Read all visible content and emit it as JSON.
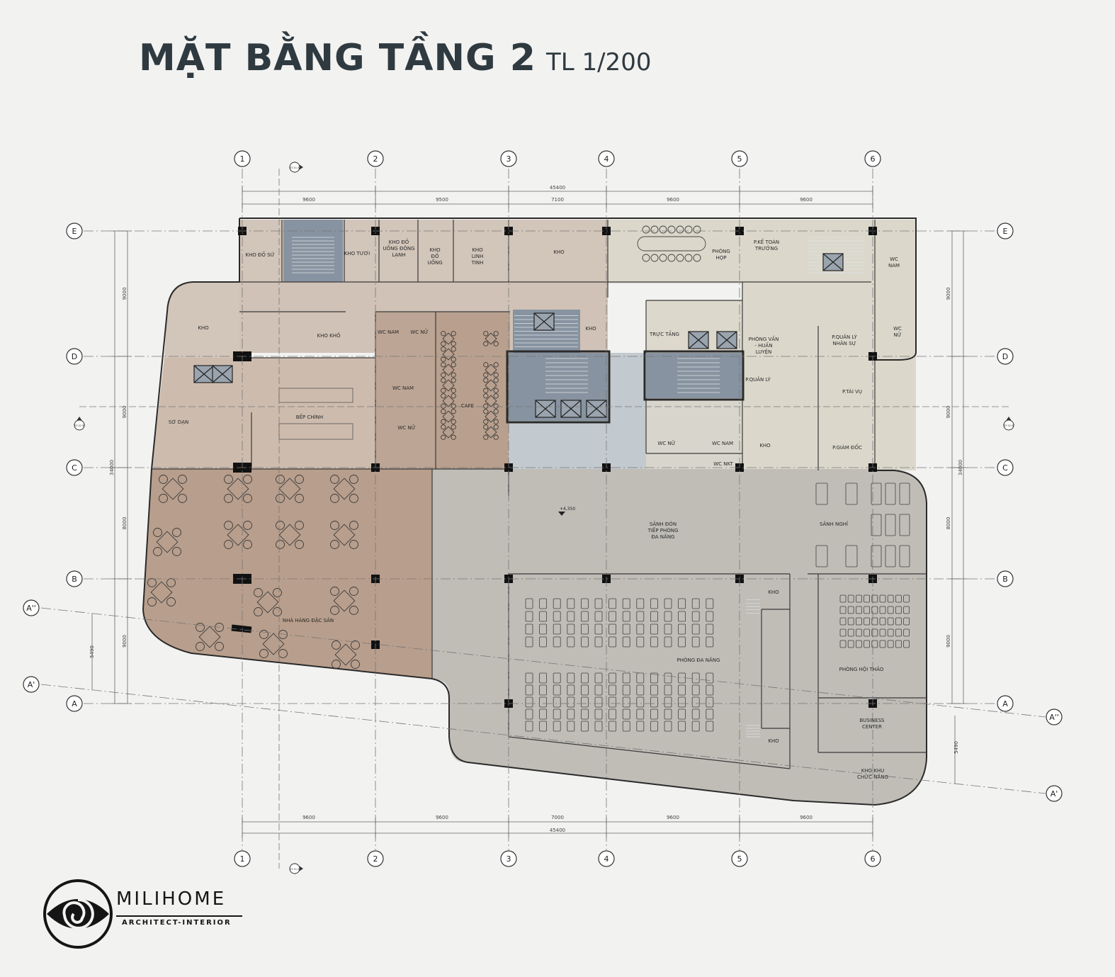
{
  "title": {
    "main": "MẶT BẰNG TẦNG 2",
    "scale": "TL 1/200"
  },
  "logo": {
    "brand": "MILIHOME",
    "tagline": "ARCHITECT-INTERIOR"
  },
  "grid": {
    "columns": [
      "1",
      "2",
      "3",
      "4",
      "5",
      "6"
    ],
    "rows": [
      "E",
      "D",
      "C",
      "B",
      "A"
    ],
    "angled_rows": [
      "A''",
      "A'"
    ]
  },
  "dimensions": {
    "top_total": "45400",
    "top_spans": [
      "9600",
      "9500",
      "7100",
      "9600",
      "9600"
    ],
    "bottom_total": "45400",
    "bottom_spans": [
      "9600",
      "9600",
      "7000",
      "9600",
      "9600"
    ],
    "left_total": "34000",
    "left_spans": [
      "9000",
      "9000",
      "8000",
      "9000"
    ],
    "right_total": "34000",
    "right_spans": [
      "9000",
      "9000",
      "8000",
      "9000"
    ],
    "angled_left": "5490",
    "angled_right": "5490"
  },
  "section_marks": {
    "top": "ST-01 A",
    "bottom": "ST-01 A",
    "left": "ST-02 B",
    "right": "ST-02 B"
  },
  "level_mark": "+4,350",
  "rooms": {
    "kho_do_su": "KHO ĐỒ SỨ",
    "kho_tuoi": "KHO TƯƠI",
    "kho_do_uong_dong_lanh": "KHO ĐỒ UỐNG ĐÔNG LẠNH",
    "kho_do_uong": "KHO ĐỒ UỐNG",
    "kho_linh_tinh": "KHO LINH TINH",
    "kho_top": "KHO",
    "phong_hop": "PHÒNG HỌP",
    "p_ke_toan_truong": "P.KẾ TOÁN TRƯỞNG",
    "wc_nam_right": "WC NAM",
    "wc_nu_right": "WC NỮ",
    "kho_left": "KHO",
    "kho_kho": "KHO KHÔ",
    "wc_nam_a": "WC NAM",
    "wc_nu_a": "WC NỮ",
    "kho_core": "KHO",
    "truc_tang": "TRỰC TẦNG",
    "phong_van_huan_luyen": "PHÒNG VẤN - HUẤN LUYỆN",
    "p_quan_ly_nhan_su": "P.QUẢN LÝ NHÂN SỰ",
    "so_dan": "SƠ DẠN",
    "bep_chinh": "BẾP CHÍNH",
    "wc_nam_b": "WC NAM",
    "cafe": "CAFE",
    "wc_nu_b": "WC NỮ",
    "p_quan_ly": "P.QUẢN LÝ",
    "p_tai_vu": "P.TÀI VỤ",
    "wc_nu_c": "WC NỮ",
    "wc_nam_c": "WC NAM",
    "wc_nkt": "WC NKT",
    "kho_mid": "KHO",
    "p_giam_doc": "P.GIÁM ĐỐC",
    "sanh_don_tiep": "SẢNH ĐÓN TIẾP PHÒNG ĐA NĂNG",
    "sanh_nghi": "SẢNH NGHỈ",
    "kho_b1": "KHO",
    "nha_hang_dac_san": "NHÀ HÀNG ĐẶC SẢN",
    "phong_da_nang": "PHÒNG ĐA NĂNG",
    "phong_hoi_thao": "PHÒNG HỘI THẢO",
    "business_center": "BUSINESS CENTER",
    "kho_b2": "KHO",
    "kho_khu_chuc_nang": "KHO KHU CHỨC NĂNG"
  },
  "colors": {
    "storage": "#d2c5ba",
    "service": "#c9b6a6",
    "kitchen_wc": "#bba393",
    "restaurant": "#b89e8c",
    "stair_core": "#8a96a2",
    "lobby_core": "#c1c9ce",
    "hall": "#bfbdb6",
    "office": "#dbd8cb",
    "title": "#2f3a40"
  }
}
